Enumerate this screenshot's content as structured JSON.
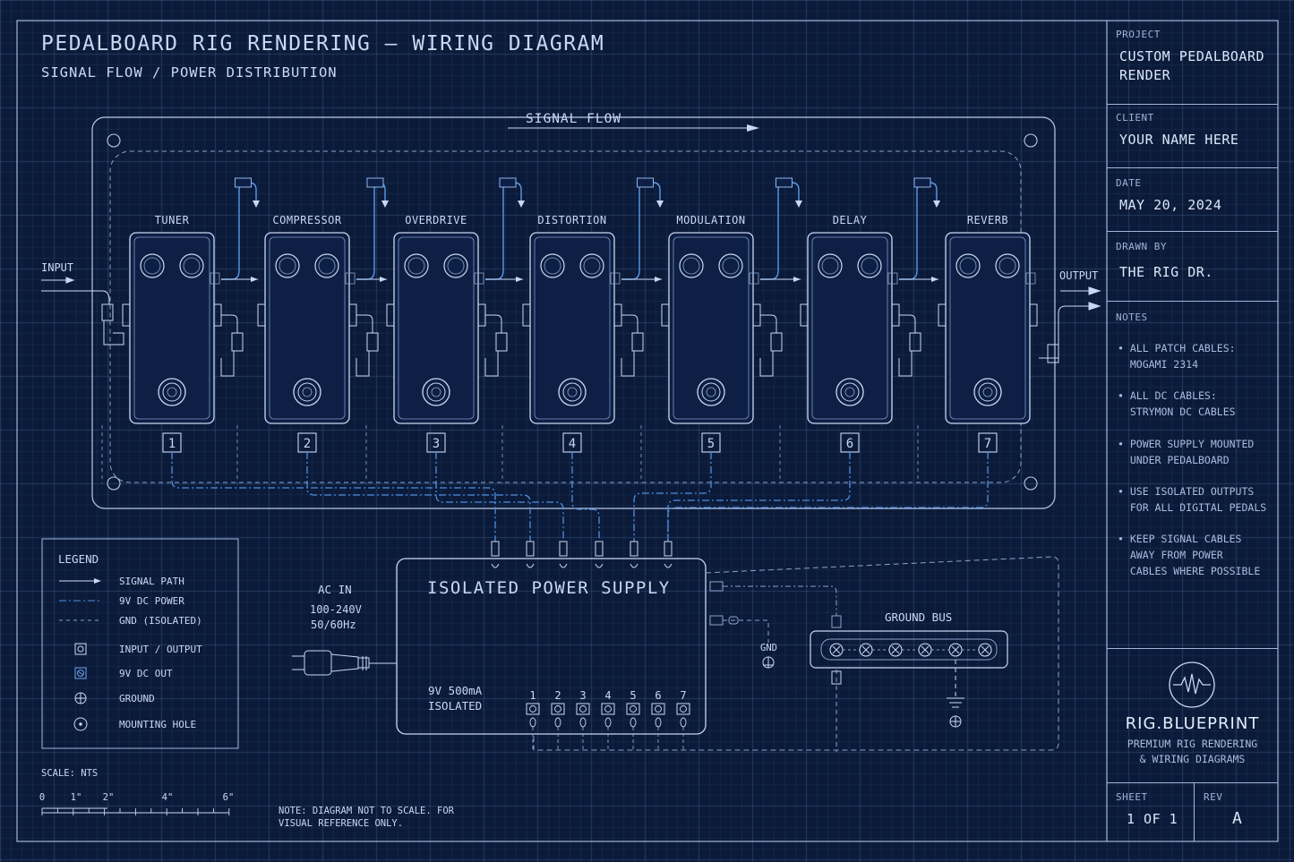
{
  "header": {
    "title": "PEDALBOARD RIG RENDERING – WIRING DIAGRAM",
    "subtitle": "SIGNAL FLOW / POWER DISTRIBUTION"
  },
  "signal_flow_label": "SIGNAL FLOW",
  "io": {
    "input": "INPUT",
    "output": "OUTPUT"
  },
  "pedals": [
    {
      "name": "TUNER",
      "number": "1"
    },
    {
      "name": "COMPRESSOR",
      "number": "2"
    },
    {
      "name": "OVERDRIVE",
      "number": "3"
    },
    {
      "name": "DISTORTION",
      "number": "4"
    },
    {
      "name": "MODULATION",
      "number": "5"
    },
    {
      "name": "DELAY",
      "number": "6"
    },
    {
      "name": "REVERB",
      "number": "7"
    }
  ],
  "power_supply": {
    "title": "ISOLATED POWER SUPPLY",
    "spec_line1": "9V 500mA",
    "spec_line2": "ISOLATED",
    "outputs": [
      "1",
      "2",
      "3",
      "4",
      "5",
      "6",
      "7"
    ],
    "ac_in": "AC IN",
    "ac_voltage": "100-240V",
    "ac_freq": "50/60Hz",
    "gnd": "GND",
    "ground_bus": "GROUND BUS"
  },
  "legend": {
    "title": "LEGEND",
    "items": [
      {
        "label": "SIGNAL PATH",
        "icon": "arrow-line"
      },
      {
        "label": "9V DC POWER",
        "icon": "dash-dot-line"
      },
      {
        "label": "GND (ISOLATED)",
        "icon": "dashed-line"
      },
      {
        "label": "INPUT / OUTPUT",
        "icon": "io-jack-icon"
      },
      {
        "label": "9V DC OUT",
        "icon": "dc-out-icon"
      },
      {
        "label": "GROUND",
        "icon": "ground-icon"
      },
      {
        "label": "MOUNTING HOLE",
        "icon": "mounting-hole-icon"
      }
    ]
  },
  "scale": {
    "label": "SCALE: NTS",
    "ticks": [
      "0",
      "1\"",
      "2\"",
      "4\"",
      "6\""
    ]
  },
  "footnote": {
    "line1": "NOTE: DIAGRAM NOT TO SCALE. FOR",
    "line2": "VISUAL REFERENCE ONLY."
  },
  "title_block": {
    "project_label": "PROJECT",
    "project_line1": "CUSTOM PEDALBOARD",
    "project_line2": "RENDER",
    "client_label": "CLIENT",
    "client_value": "YOUR NAME HERE",
    "date_label": "DATE",
    "date_value": "MAY 20, 2024",
    "drawn_label": "DRAWN BY",
    "drawn_value": "THE RIG DR.",
    "notes_label": "NOTES",
    "notes": [
      "• ALL PATCH CABLES:\n  MOGAMI 2314",
      "• ALL DC CABLES:\n  STRYMON DC CABLES",
      "• POWER SUPPLY MOUNTED\n  UNDER PEDALBOARD",
      "• USE ISOLATED OUTPUTS\n  FOR ALL DIGITAL PEDALS",
      "• KEEP SIGNAL CABLES\n  AWAY FROM POWER\n  CABLES WHERE POSSIBLE"
    ],
    "brand_name": "RIG.BLUEPRINT",
    "brand_line1": "PREMIUM RIG RENDERING",
    "brand_line2": "& WIRING DIAGRAMS",
    "sheet_label": "SHEET",
    "sheet_value": "1 OF 1",
    "rev_label": "REV",
    "rev_value": "A"
  },
  "colors": {
    "background": "#0b1a38",
    "line": "#c9d8f2",
    "accent": "#4d8fe0"
  }
}
